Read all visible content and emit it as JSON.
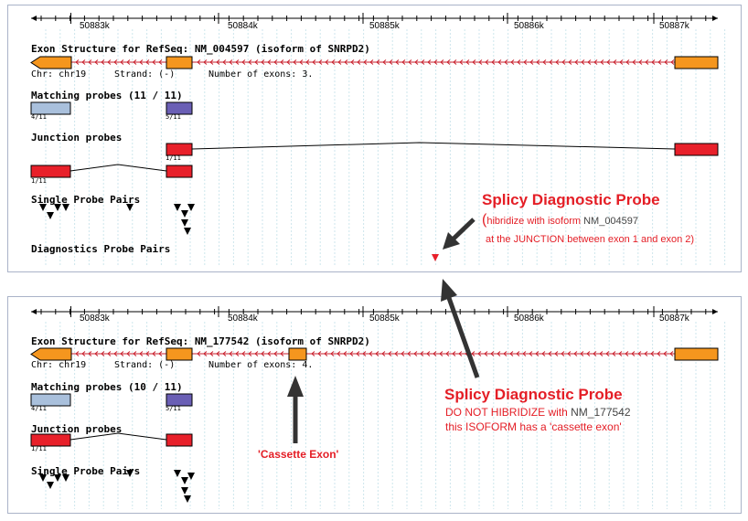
{
  "top_panel": {
    "ruler_ticks": [
      "50883k",
      "50884k",
      "50885k",
      "50886k",
      "50887k"
    ],
    "title_prefix": "Exon Structure for RefSeq: ",
    "title_id": "NM_004597",
    "title_suffix": " (isoform of SNRPD2)",
    "chr_text": "Chr: chr19",
    "strand_text": "Strand: (-)",
    "exons_text": "Number of exons: 3.",
    "matching_title": "Matching probes (11 / 11)",
    "matching_labels": [
      "4/11",
      "5/11"
    ],
    "junction_title": "Junction probes",
    "junction_labels": [
      "1/11",
      "1/11"
    ],
    "single_title": "Single Probe Pairs",
    "diag_title": "Diagnostics Probe Pairs"
  },
  "bottom_panel": {
    "ruler_ticks": [
      "50883k",
      "50884k",
      "50885k",
      "50886k",
      "50887k"
    ],
    "title_prefix": "Exon Structure for RefSeq: ",
    "title_id": "NM_177542",
    "title_suffix": " (isoform of SNRPD2)",
    "chr_text": "Chr: chr19",
    "strand_text": "Strand: (-)",
    "exons_text": "Number of exons: 4.",
    "matching_title": "Matching probes (10 / 11)",
    "matching_labels": [
      "4/11",
      "5/11"
    ],
    "junction_title": "Junction probes",
    "junction_labels": [
      "1/11"
    ],
    "single_title": "Single Probe Pairs"
  },
  "annotations": {
    "diag1_title": "Splicy Diagnostic Probe",
    "diag1_line1_open": "(",
    "diag1_line1_text": "hibridize with isoform ",
    "diag1_line1_id": "NM_004597",
    "diag1_line2": "at the JUNCTION between exon 1 and exon 2)",
    "diag2_title": "Splicy Diagnostic Probe",
    "diag2_line1_text": "DO NOT HIBRIDIZE with ",
    "diag2_line1_id": "NM_177542",
    "diag2_line2": "this ISOFORM has a  'cassette exon'",
    "cassette_label": "'Cassette Exon'"
  },
  "colors": {
    "exon": "#f5961e",
    "probe_light": "#a9c0dc",
    "probe_dark": "#6a5fb5",
    "junction": "#e8202a",
    "grid": "#cde6ec",
    "annotation": "#e41e26",
    "intron_arrow": "#c81e2b"
  }
}
